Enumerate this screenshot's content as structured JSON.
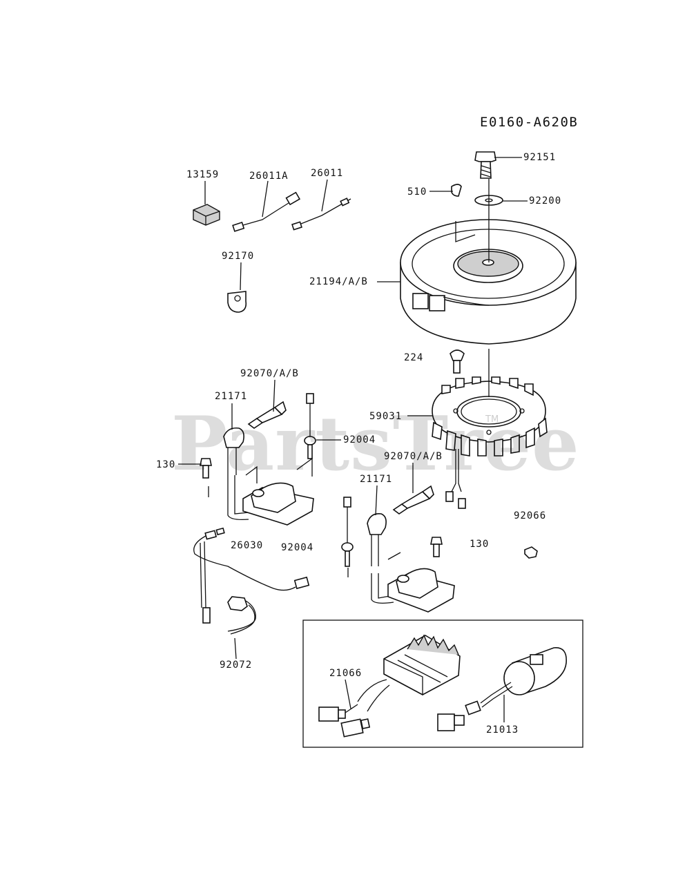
{
  "diagram_code": "E0160-A620B",
  "watermark": {
    "text": "PartsTree",
    "trademark": "TM"
  },
  "labels": {
    "p13159": "13159",
    "p26011a": "26011A",
    "p26011": "26011",
    "p92170": "92170",
    "p92151": "92151",
    "p510": "510",
    "p92200": "92200",
    "p21194": "21194/A/B",
    "p224": "224",
    "p59031": "59031",
    "p92070_left": "92070/A/B",
    "p21171_left": "21171",
    "p92004_left": "92004",
    "p130_left": "130",
    "p92070_right": "92070/A/B",
    "p21171_right": "21171",
    "p92066": "92066",
    "p130_right": "130",
    "p26030": "26030",
    "p92004_mid": "92004",
    "p92072": "92072",
    "p21066": "21066",
    "p21013": "21013"
  }
}
